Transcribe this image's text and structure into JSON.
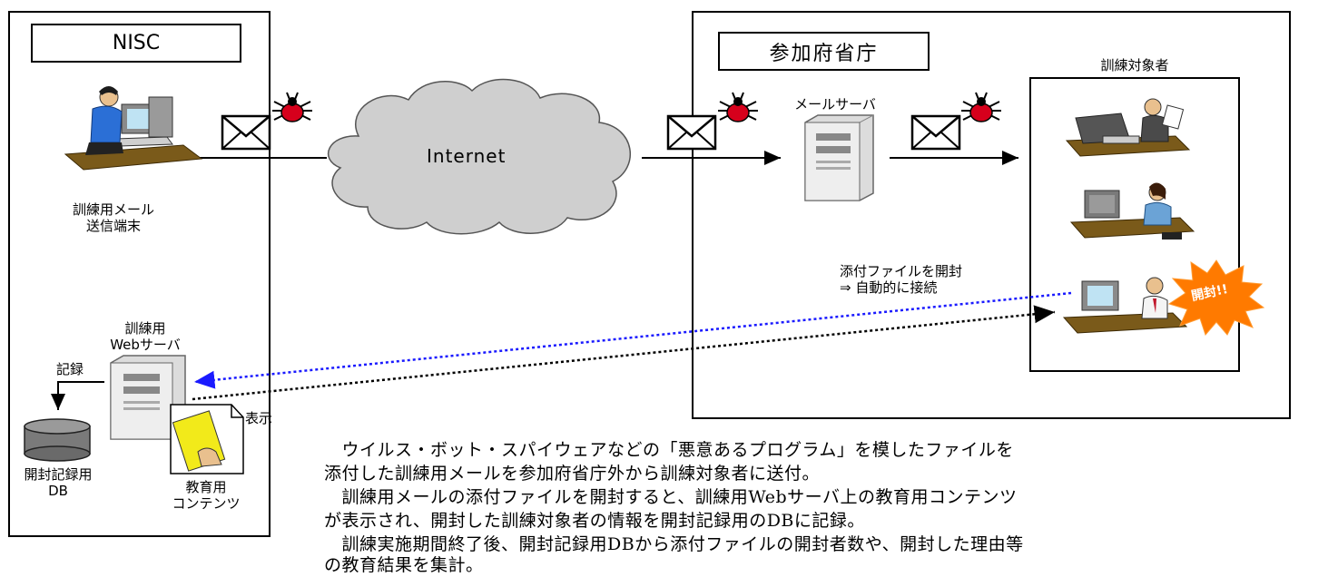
{
  "nisc": {
    "title": "NISC",
    "sender_label_line1": "訓練用メール",
    "sender_label_line2": "送信端末",
    "web_server_line1": "訓練用",
    "web_server_line2": "Webサーバ",
    "record_label": "記録",
    "db_line1": "開封記録用",
    "db_line2": "DB",
    "content_line1": "教育用",
    "content_line2": "コンテンツ",
    "display_label": "表示"
  },
  "internet": {
    "label": "Internet"
  },
  "ministry": {
    "title": "参加府省庁",
    "mail_server_label": "メールサーバ",
    "trainees_label": "訓練対象者",
    "open_note_line1": "添付ファイルを開封",
    "open_note_line2": "⇒ 自動的に接続",
    "open_burst": "開封!!"
  },
  "description": [
    "　ウイルス・ボット・スパイウェアなどの「悪意あるプログラム」を模したファイルを",
    "添付した訓練用メールを参加府省庁外から訓練対象者に送付。",
    "　訓練用メールの添付ファイルを開封すると、訓練用Webサーバ上の教育用コンテンツ",
    "が表示され、開封した訓練対象者の情報を開封記録用のDBに記録。",
    "　訓練実施期間終了後、開封記録用DBから添付ファイルの開封者数や、開封した理由等",
    "の教育結果を集計。"
  ],
  "colors": {
    "blue_arrow": "#1a1aff",
    "black_arrow": "#000000",
    "burst": "#ff7a00",
    "burst_text": "#ffffff",
    "cloud": "#cfcfcf"
  },
  "icons": [
    "computer-user-icon",
    "envelope-icon",
    "bug-icon",
    "cloud-icon",
    "server-icon",
    "database-icon",
    "document-icon",
    "burst-icon"
  ]
}
